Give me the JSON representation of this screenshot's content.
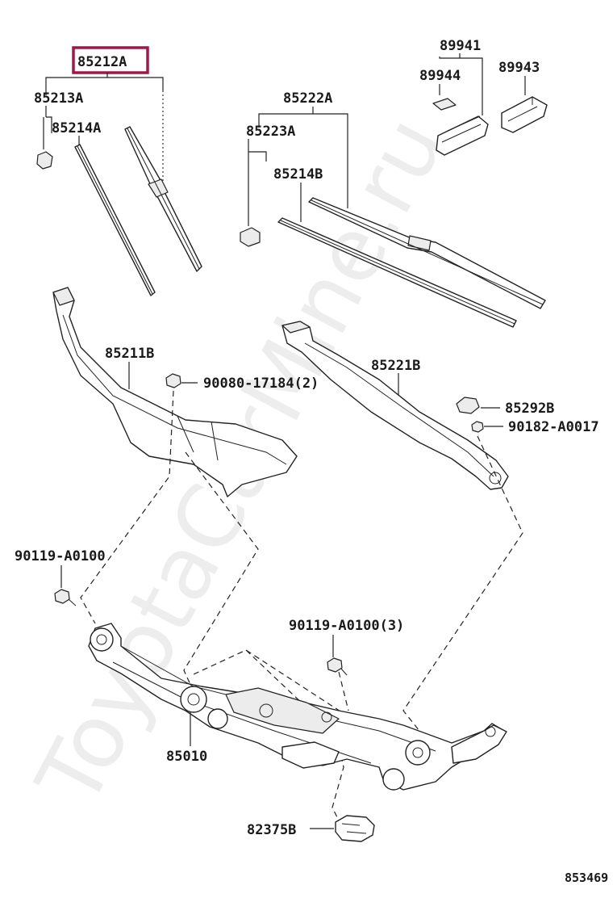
{
  "watermark": "ToyotaCarMine.ru",
  "diagram_number": "853469",
  "highlight_color": "#a0174a",
  "labels": {
    "p85212A": "85212A",
    "p85213A": "85213A",
    "p85214A": "85214A",
    "p85222A": "85222A",
    "p85223A": "85223A",
    "p85214B": "85214B",
    "p89941": "89941",
    "p89944": "89944",
    "p89943": "89943",
    "p85211B": "85211B",
    "p90080": "90080-17184(2)",
    "p85221B": "85221B",
    "p85292B": "85292B",
    "p90182": "90182-A0017",
    "p90119a": "90119-A0100",
    "p90119b": "90119-A0100(3)",
    "p85010": "85010",
    "p82375B": "82375B"
  }
}
